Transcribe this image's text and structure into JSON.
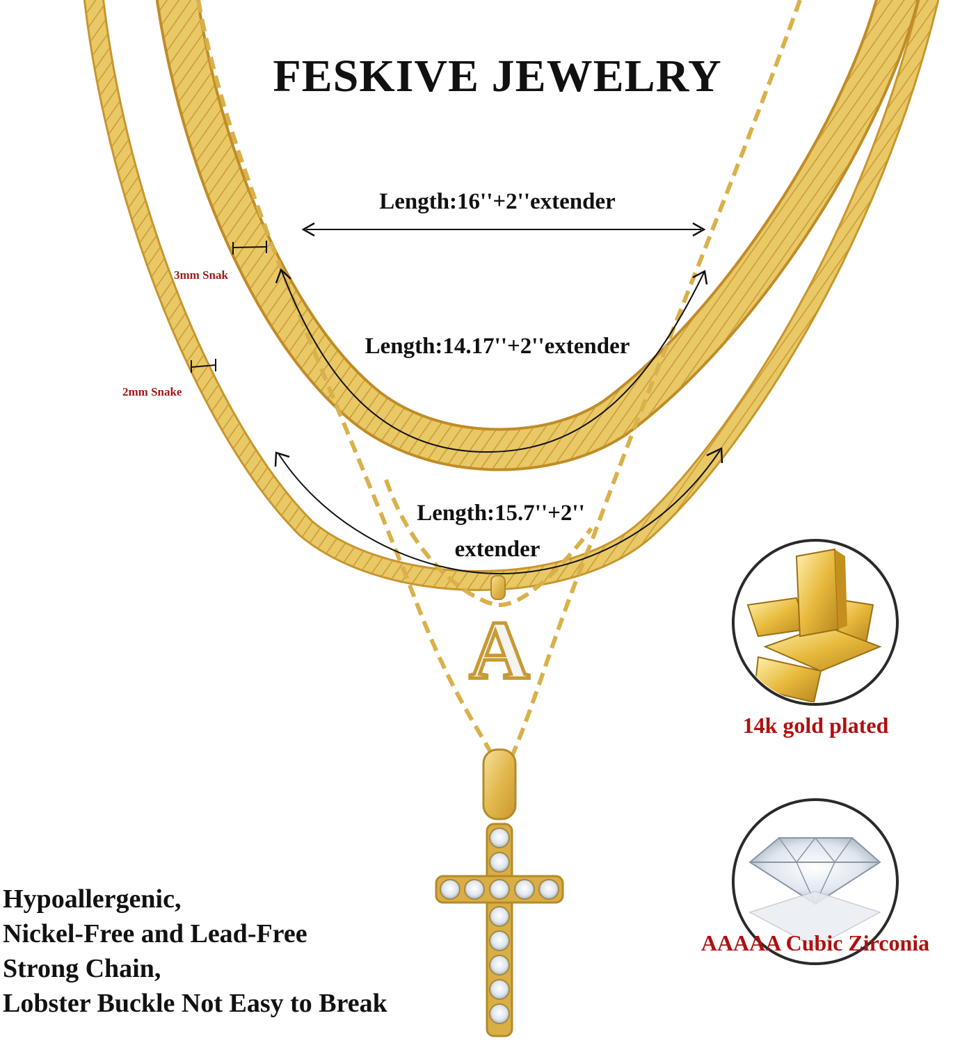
{
  "brand": {
    "title": "FESKIVE JEWELRY"
  },
  "lengths": {
    "outer_top": "Length:16''+2''extender",
    "snake_3mm": "Length:14.17''+2''extender",
    "snake_2mm_line1": "Length:15.7''+2''",
    "snake_2mm_line2": "extender"
  },
  "width_labels": {
    "snake_3mm": "3mm Snak",
    "snake_2mm": "2mm Snake"
  },
  "badges": {
    "gold": {
      "label": "14k gold plated",
      "icon": "gold-bars-icon"
    },
    "zirconia": {
      "label": "AAAAA Cubic Zirconia",
      "icon": "diamond-icon"
    }
  },
  "features": [
    "Hypoallergenic,",
    "Nickel-Free and Lead-Free",
    "Strong Chain,",
    "Lobster Buckle Not Easy to Break"
  ],
  "pendants": {
    "initial_letter": "A",
    "cross": "cross-pendant"
  },
  "colors": {
    "gold": "#e6c25a",
    "gold_dark": "#b98e2a",
    "label_red": "#b01010"
  }
}
